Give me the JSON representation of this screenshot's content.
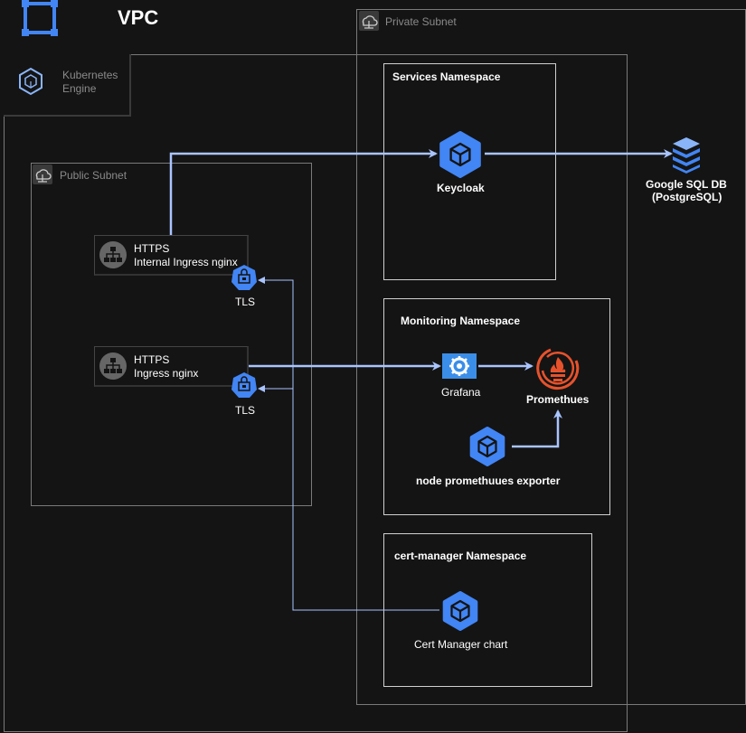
{
  "title": "VPC",
  "kubernetes_engine": {
    "label_line1": "Kubernetes",
    "label_line2": "Engine"
  },
  "private_subnet": {
    "label": "Private Subnet"
  },
  "public_subnet": {
    "label": "Public Subnet"
  },
  "services_namespace": {
    "label": "Services Namespace",
    "keycloak": "Keycloak"
  },
  "google_sql": {
    "line1": "Google SQL DB",
    "line2": "(PostgreSQL)"
  },
  "internal_ingress": {
    "line1": "HTTPS",
    "line2": "Internal Ingress nginx",
    "tls": "TLS"
  },
  "ingress": {
    "line1": "HTTPS",
    "line2": "Ingress nginx",
    "tls": "TLS"
  },
  "monitoring_namespace": {
    "label": "Monitoring Namespace",
    "grafana": "Grafana",
    "prometheus": "Promethues",
    "node_exporter": "node promethuues exporter"
  },
  "cert_manager_namespace": {
    "label": "cert-manager Namespace",
    "chart": "Cert Manager chart"
  },
  "colors": {
    "background": "#141414",
    "border": "#7a7a7a",
    "arrow": "#a9c4ff",
    "icon_blue": "#4285f4",
    "prometheus": "#e6522c"
  }
}
